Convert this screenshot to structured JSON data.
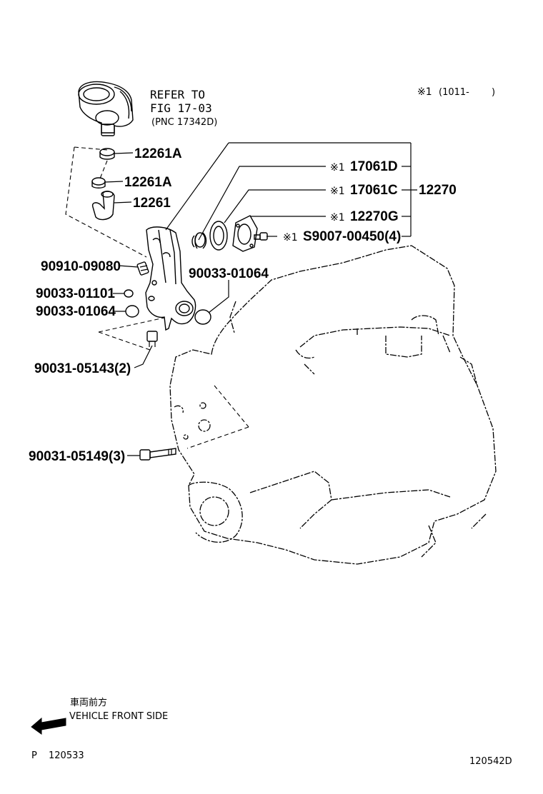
{
  "header": {
    "note_mark": "※1",
    "note_text": "(1011-",
    "note_close": ")"
  },
  "refer": {
    "line1": "REFER TO",
    "line2": "FIG 17-03",
    "line3": "(PNC 17342D)"
  },
  "parts": {
    "p12261A_upper": "12261A",
    "p12261A_lower": "12261A",
    "p12261": "12261",
    "p17061D": "17061D",
    "p17061C": "17061C",
    "p12270G": "12270G",
    "p12270": "12270",
    "pS9007": "S9007-00450(4)",
    "p90910": "90910-09080",
    "p90033_01101": "90033-01101",
    "p90033_01064_left": "90033-01064",
    "p90033_01064_right": "90033-01064",
    "p90031_05143": "90031-05143(2)",
    "p90031_05149": "90031-05149(3)"
  },
  "marks": {
    "m17061D": "※1",
    "m17061C": "※1",
    "m12270G": "※1",
    "mS9007": "※1"
  },
  "footer": {
    "front_jp": "車両前方",
    "front_en": "VEHICLE FRONT SIDE",
    "p_label": "P",
    "p_number": "120533",
    "drawing_number": "120542D"
  }
}
